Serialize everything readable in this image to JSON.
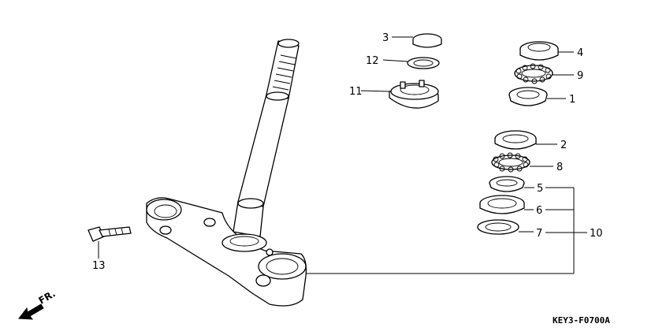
{
  "diagram": {
    "drawing_code": "KEY3-F0700A",
    "direction_label": "FR."
  },
  "callouts": [
    {
      "key": "c1",
      "text": "1"
    },
    {
      "key": "c2",
      "text": "2"
    },
    {
      "key": "c3",
      "text": "3"
    },
    {
      "key": "c4",
      "text": "4"
    },
    {
      "key": "c5",
      "text": "5"
    },
    {
      "key": "c6",
      "text": "6"
    },
    {
      "key": "c7",
      "text": "7"
    },
    {
      "key": "c8",
      "text": "8"
    },
    {
      "key": "c9",
      "text": "9"
    },
    {
      "key": "c10",
      "text": "10"
    },
    {
      "key": "c11",
      "text": "11"
    },
    {
      "key": "c12",
      "text": "12"
    },
    {
      "key": "c13",
      "text": "13"
    }
  ]
}
